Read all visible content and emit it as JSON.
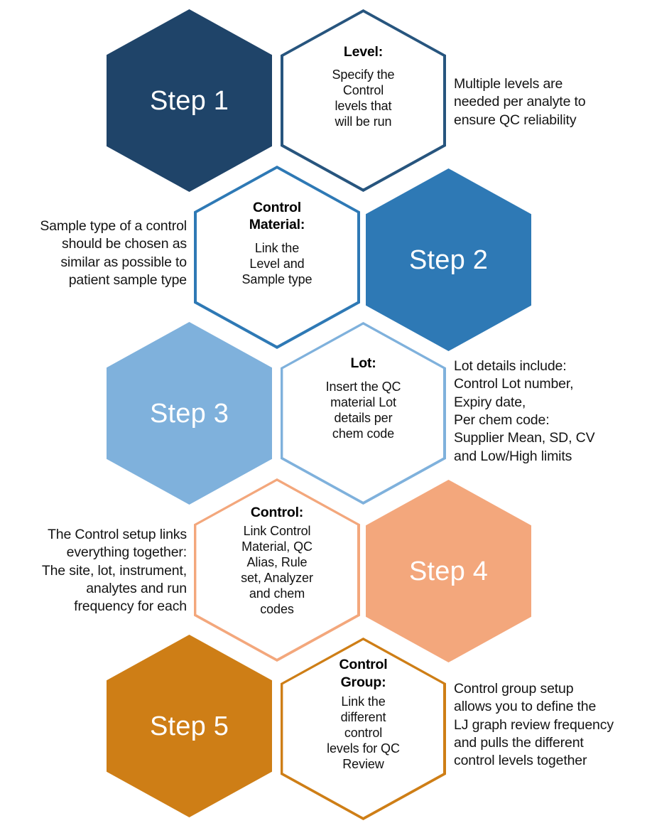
{
  "diagram": {
    "title": "QC Setup Steps Honeycomb",
    "colors": {
      "step1": "#1F4469",
      "step2": "#2E79B5",
      "step3": "#7FB1DC",
      "step4": "#F3A77C",
      "step5": "#CE7E16",
      "outline1": "#27557E",
      "outline2": "#2E79B5",
      "outline3": "#7FB1DC",
      "outline4": "#F3A77C",
      "outline5": "#CE7E16",
      "step_text": "#FFFFFF",
      "body_text": "#111111"
    },
    "steps": [
      {
        "step_label": "Step 1",
        "concept_title": "Level:",
        "concept_body": "Specify the\nControl\nlevels that\nwill be run",
        "note": "Multiple levels are\nneeded per analyte to\nensure QC reliability",
        "note_side": "right"
      },
      {
        "step_label": "Step 2",
        "concept_title": "Control\nMaterial:",
        "concept_body": "Link the\nLevel and\nSample type",
        "note": "Sample type of a control\nshould be chosen as\nsimilar as possible to\npatient sample type",
        "note_side": "left"
      },
      {
        "step_label": "Step 3",
        "concept_title": "Lot:",
        "concept_body": "Insert the QC\nmaterial Lot\ndetails per\nchem code",
        "note": "Lot details include:\nControl Lot number,\nExpiry date,\nPer chem code:\nSupplier Mean, SD, CV\nand Low/High limits",
        "note_side": "right"
      },
      {
        "step_label": "Step 4",
        "concept_title": "Control:",
        "concept_body": "Link Control\nMaterial, QC\nAlias, Rule\nset, Analyzer\nand chem\ncodes",
        "note": "The Control setup links\neverything together:\nThe site, lot, instrument,\nanalytes and run\nfrequency for each",
        "note_side": "left"
      },
      {
        "step_label": "Step 5",
        "concept_title": "Control\nGroup:",
        "concept_body": "Link the\ndifferent\ncontrol\nlevels for QC\nReview",
        "note": "Control group setup\nallows you to define the\nLJ graph review frequency\nand pulls the different\ncontrol levels together",
        "note_side": "right"
      }
    ]
  }
}
